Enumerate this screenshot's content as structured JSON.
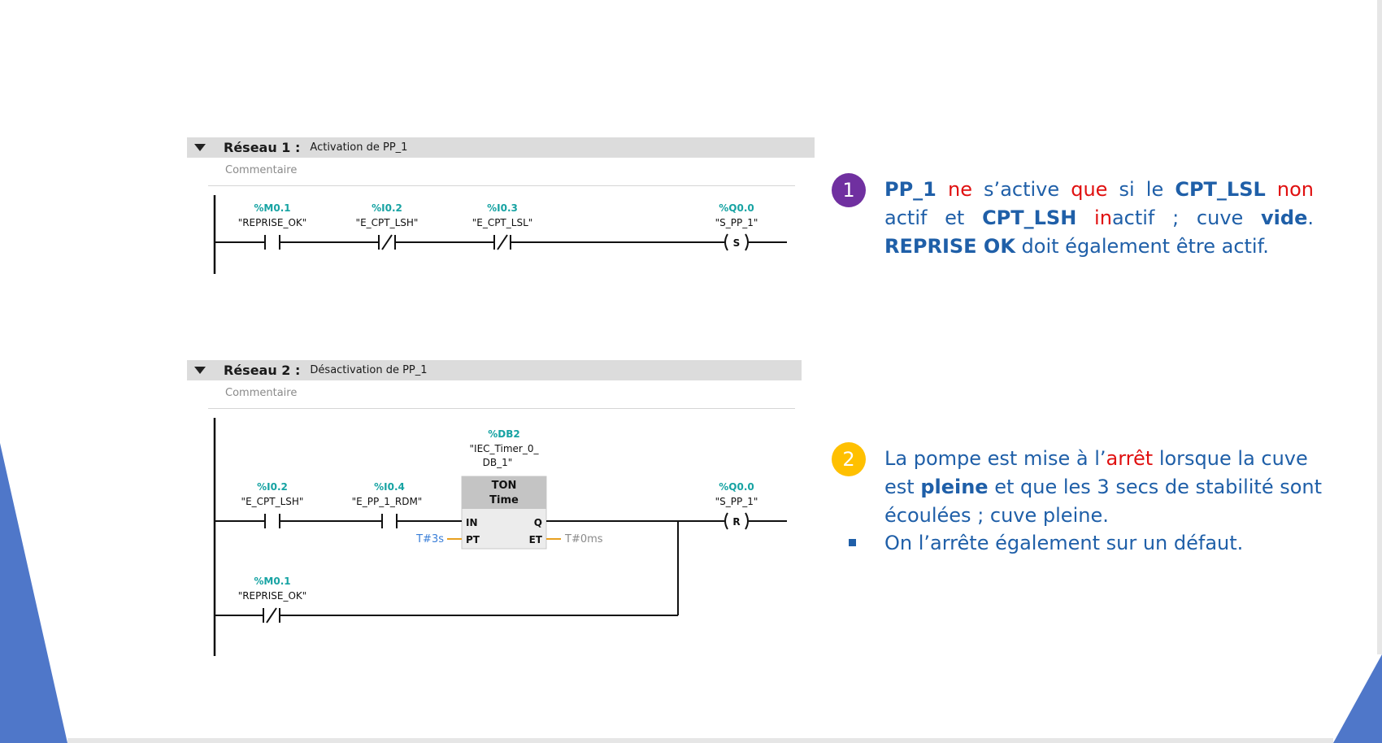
{
  "network1": {
    "title": "Réseau 1 :",
    "description": "Activation de PP_1",
    "comment": "Commentaire",
    "contacts": [
      {
        "address": "%M0.1",
        "tag": "\"REPRISE_OK\"",
        "type": "NO"
      },
      {
        "address": "%I0.2",
        "tag": "\"E_CPT_LSH\"",
        "type": "NC"
      },
      {
        "address": "%I0.3",
        "tag": "\"E_CPT_LSL\"",
        "type": "NC"
      }
    ],
    "coil": {
      "address": "%Q0.0",
      "tag": "\"S_PP_1\"",
      "letter": "S"
    }
  },
  "network2": {
    "title": "Réseau 2 :",
    "description": "Désactivation de PP_1",
    "comment": "Commentaire",
    "contacts": [
      {
        "address": "%I0.2",
        "tag": "\"E_CPT_LSH\"",
        "type": "NO"
      },
      {
        "address": "%I0.4",
        "tag": "\"E_PP_1_RDM\"",
        "type": "NO"
      }
    ],
    "parallel_contact": {
      "address": "%M0.1",
      "tag": "\"REPRISE_OK\"",
      "type": "NC"
    },
    "timer": {
      "db_address": "%DB2",
      "db_name_line1": "\"IEC_Timer_0_",
      "db_name_line2": "DB_1\"",
      "type": "TON",
      "time_label": "Time",
      "pin_in": "IN",
      "pin_pt": "PT",
      "pin_q": "Q",
      "pin_et": "ET",
      "pt_value": "T#3s",
      "et_value": "T#0ms"
    },
    "coil": {
      "address": "%Q0.0",
      "tag": "\"S_PP_1\"",
      "letter": "R"
    }
  },
  "notes": {
    "note1": {
      "number": "1",
      "p1": "PP_1",
      "p2": " ",
      "p3": "ne",
      "p4": " s’active ",
      "p5": "que",
      "p6": " si le ",
      "p7": "CPT_LSL",
      "p8": " ",
      "p9": "non",
      "p10": " actif et ",
      "p11": "CPT_LSH",
      "p12": " ",
      "p13": "in",
      "p14": "actif ; cuve ",
      "p15": "vide",
      "p16": ". ",
      "p17": "REPRISE OK",
      "p18": " doit également être actif."
    },
    "note2": {
      "number": "2",
      "p1": "La pompe est mise à l’",
      "p2": "arrêt",
      "p3": " lorsque la cuve est ",
      "p4": "pleine",
      "p5": " et que les 3 secs de stabilité sont écoulées ; cuve pleine.",
      "bullet": "On l’arrête également sur un défaut."
    }
  },
  "colors": {
    "address": "#17a3a3",
    "note_text": "#1f5fa8",
    "highlight_red": "#e01010",
    "badge1": "#7030a0",
    "badge2": "#ffc000",
    "corner_blue": "#4472c4"
  }
}
